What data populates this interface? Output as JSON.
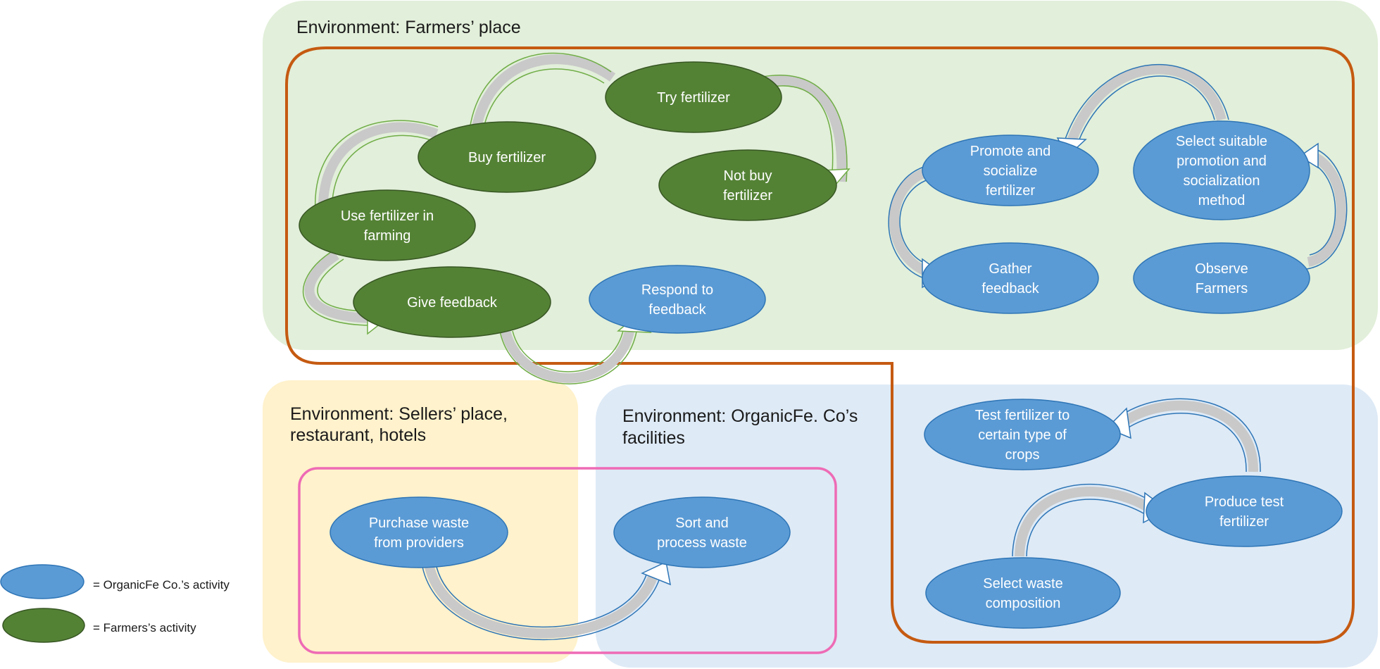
{
  "colors": {
    "company": "#5b9bd5",
    "company_border": "#2e75b6",
    "farmer": "#548235",
    "farmer_border": "#375623",
    "env_farmers": "#e2efda",
    "env_sellers": "#fff2cc",
    "env_facilities": "#deeaf6",
    "boundary_main": "#c55a11",
    "boundary_waste": "#ee6bb5",
    "arrow_back": "#c9c9c9"
  },
  "environments": {
    "farmers_place": {
      "title": "Environment: Farmers’ place"
    },
    "sellers_place": {
      "title_line1": "Environment: Sellers’ place,",
      "title_line2": "restaurant, hotels"
    },
    "facilities": {
      "title_line1": "Environment: OrganicFe. Co’s",
      "title_line2": "facilities"
    }
  },
  "nodes": {
    "try_fertilizer": {
      "label": [
        "Try fertilizer"
      ],
      "actor": "farmer"
    },
    "buy_fertilizer": {
      "label": [
        "Buy fertilizer"
      ],
      "actor": "farmer"
    },
    "not_buy_fertilizer": {
      "label": [
        "Not buy",
        "fertilizer"
      ],
      "actor": "farmer"
    },
    "use_fertilizer": {
      "label": [
        "Use fertilizer in",
        "farming"
      ],
      "actor": "farmer"
    },
    "give_feedback": {
      "label": [
        "Give feedback"
      ],
      "actor": "farmer"
    },
    "respond_feedback": {
      "label": [
        "Respond to",
        "feedback"
      ],
      "actor": "company"
    },
    "promote_socialize": {
      "label": [
        "Promote and",
        "socialize",
        "fertilizer"
      ],
      "actor": "company"
    },
    "select_promotion": {
      "label": [
        "Select suitable",
        "promotion and",
        "socialization",
        "method"
      ],
      "actor": "company"
    },
    "gather_feedback": {
      "label": [
        "Gather",
        "feedback"
      ],
      "actor": "company"
    },
    "observe_farmers": {
      "label": [
        "Observe",
        "Farmers"
      ],
      "actor": "company"
    },
    "test_fertilizer": {
      "label": [
        "Test fertilizer to",
        "certain type of",
        "crops"
      ],
      "actor": "company"
    },
    "produce_test": {
      "label": [
        "Produce test",
        "fertilizer"
      ],
      "actor": "company"
    },
    "select_waste": {
      "label": [
        "Select waste",
        "composition"
      ],
      "actor": "company"
    },
    "purchase_waste": {
      "label": [
        "Purchase waste",
        "from providers"
      ],
      "actor": "company"
    },
    "sort_process": {
      "label": [
        "Sort and",
        "process waste"
      ],
      "actor": "company"
    }
  },
  "edges": [
    {
      "from": "try_fertilizer",
      "to": "buy_fertilizer",
      "style": "farmer"
    },
    {
      "from": "try_fertilizer",
      "to": "not_buy_fertilizer",
      "style": "farmer"
    },
    {
      "from": "buy_fertilizer",
      "to": "use_fertilizer",
      "style": "farmer"
    },
    {
      "from": "use_fertilizer",
      "to": "give_feedback",
      "style": "farmer"
    },
    {
      "from": "give_feedback",
      "to": "respond_feedback",
      "style": "farmer"
    },
    {
      "from": "select_promotion",
      "to": "promote_socialize",
      "style": "company"
    },
    {
      "from": "promote_socialize",
      "to": "gather_feedback",
      "style": "company"
    },
    {
      "from": "observe_farmers",
      "to": "select_promotion",
      "style": "company"
    },
    {
      "from": "produce_test",
      "to": "test_fertilizer",
      "style": "company"
    },
    {
      "from": "select_waste",
      "to": "produce_test",
      "style": "company"
    },
    {
      "from": "purchase_waste",
      "to": "sort_process",
      "style": "company"
    }
  ],
  "legend": [
    {
      "actor": "company",
      "label": "= OrganicFe Co.’s activity"
    },
    {
      "actor": "farmer",
      "label": "= Farmers’s activity"
    }
  ]
}
